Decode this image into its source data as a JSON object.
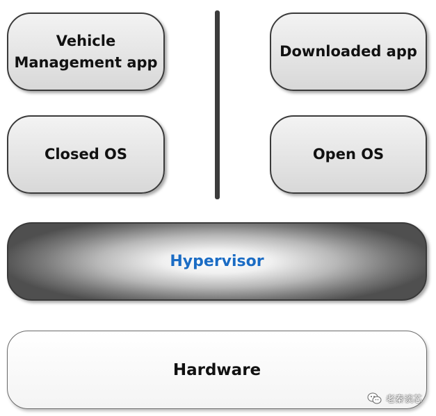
{
  "layers": {
    "apps": {
      "vehicle_app": "Vehicle\nManagement app",
      "downloaded_app": "Downloaded app"
    },
    "os": {
      "closed_os": "Closed OS",
      "open_os": "Open OS"
    },
    "hypervisor": "Hypervisor",
    "hardware": "Hardware"
  },
  "watermark": {
    "text": "老秦谈芯",
    "icon": "wechat-icon"
  },
  "colors": {
    "hypervisor_text": "#1b6cc4",
    "box_border": "#3a3a3a",
    "separator": "#3c3c3c"
  }
}
